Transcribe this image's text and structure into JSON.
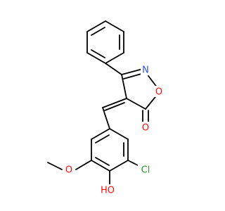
{
  "molecule": {
    "atoms": {
      "N": {
        "label": "N",
        "color": "#3050F8"
      },
      "O_ring": {
        "label": "O",
        "color": "#FF0D0D"
      },
      "O_carbonyl": {
        "label": "O",
        "color": "#FF0D0D"
      },
      "O_methoxy": {
        "label": "O",
        "color": "#FF0D0D"
      },
      "OH": {
        "label": "HO",
        "color": "#FF0D0D"
      },
      "Cl": {
        "label": "Cl",
        "color": "#1FA01F"
      }
    }
  }
}
